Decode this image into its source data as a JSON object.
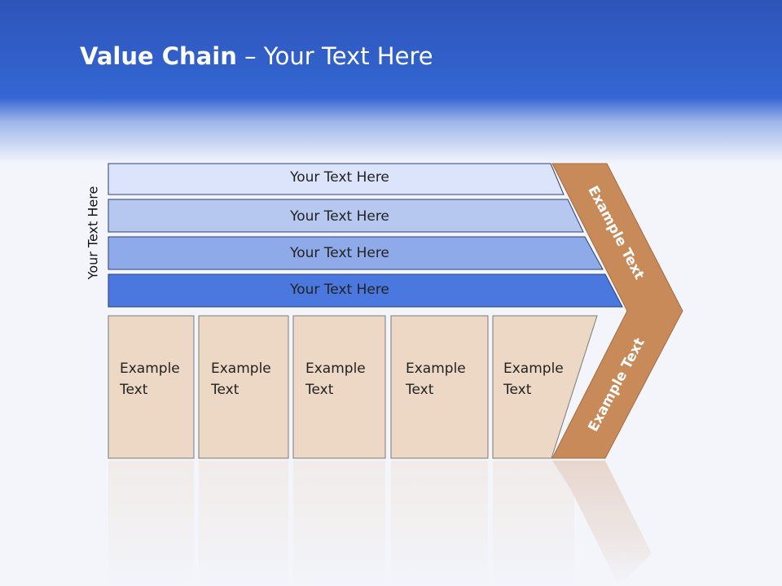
{
  "slide": {
    "title_bold": "Value Chain",
    "title_rest": " – Your Text Here",
    "side_label": "Your Text Here"
  },
  "bars": [
    {
      "label": "Your Text Here",
      "color": "#dbe4fa"
    },
    {
      "label": "Your Text Here",
      "color": "#b6c8f0"
    },
    {
      "label": "Your Text Here",
      "color": "#8eaae8"
    },
    {
      "label": "Your Text Here",
      "color": "#4a78de"
    }
  ],
  "boxes": [
    {
      "line1": "Example",
      "line2": "Text"
    },
    {
      "line1": "Example",
      "line2": "Text"
    },
    {
      "line1": "Example",
      "line2": "Text"
    },
    {
      "line1": "Example",
      "line2": "Text"
    },
    {
      "line1": "Example",
      "line2": "Text"
    }
  ],
  "chevron": {
    "upper": "Example Text",
    "lower": "Example Text",
    "color": "#c98a5a"
  },
  "colors": {
    "box_fill": "#ecd8c4",
    "box_stroke": "#7a7a7a",
    "bar_stroke": "#2a3f7a"
  }
}
